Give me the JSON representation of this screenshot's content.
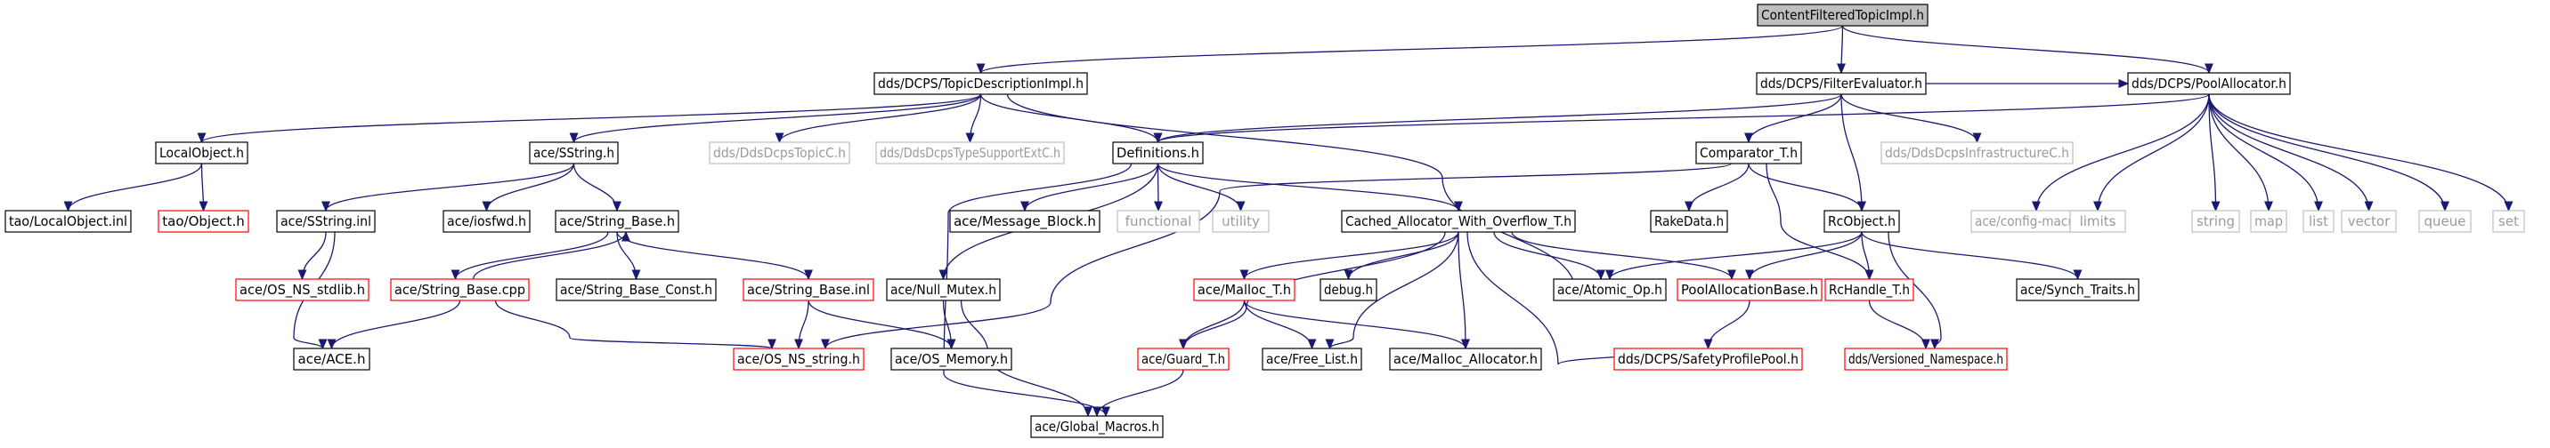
{
  "diagram": {
    "root_label": "ContentFilteredTopicImpl.h",
    "colors": {
      "edge": "#191970",
      "root_fill": "#bfbfbf",
      "normal_border": "#000000",
      "missing_border": "#ff0000",
      "external_border": "#bfbfbf",
      "external_text": "#9a9a9a"
    },
    "nodes": [
      {
        "id": "root",
        "label": "ContentFilteredTopicImpl.h",
        "style": "root"
      },
      {
        "id": "tdi",
        "label": "dds/DCPS/TopicDescriptionImpl.h",
        "style": "normal"
      },
      {
        "id": "fe",
        "label": "dds/DCPS/FilterEvaluator.h",
        "style": "normal"
      },
      {
        "id": "pa",
        "label": "dds/DCPS/PoolAllocator.h",
        "style": "normal"
      },
      {
        "id": "lo",
        "label": "LocalObject.h",
        "style": "normal"
      },
      {
        "id": "sstr",
        "label": "ace/SString.h",
        "style": "normal"
      },
      {
        "id": "ddstc",
        "label": "dds/DdsDcpsTopicC.h",
        "style": "gray"
      },
      {
        "id": "ddstse",
        "label": "dds/DdsDcpsTypeSupportExtC.h",
        "style": "gray"
      },
      {
        "id": "defs",
        "label": "Definitions.h",
        "style": "normal"
      },
      {
        "id": "comp",
        "label": "Comparator_T.h",
        "style": "normal"
      },
      {
        "id": "infra",
        "label": "dds/DdsDcpsInfrastructureC.h",
        "style": "gray"
      },
      {
        "id": "tloinl",
        "label": "tao/LocalObject.inl",
        "style": "normal"
      },
      {
        "id": "tobj",
        "label": "tao/Object.h",
        "style": "red"
      },
      {
        "id": "sstrinl",
        "label": "ace/SString.inl",
        "style": "normal"
      },
      {
        "id": "iosfwd",
        "label": "ace/iosfwd.h",
        "style": "normal"
      },
      {
        "id": "sbase",
        "label": "ace/String_Base.h",
        "style": "normal"
      },
      {
        "id": "msgblk",
        "label": "ace/Message_Block.h",
        "style": "normal"
      },
      {
        "id": "functional",
        "label": "functional",
        "style": "gray"
      },
      {
        "id": "utility",
        "label": "utility",
        "style": "gray"
      },
      {
        "id": "cawo",
        "label": "Cached_Allocator_With_Overflow_T.h",
        "style": "normal"
      },
      {
        "id": "rake",
        "label": "RakeData.h",
        "style": "normal"
      },
      {
        "id": "rcobj",
        "label": "RcObject.h",
        "style": "normal"
      },
      {
        "id": "cfgmac",
        "label": "ace/config-macros.h",
        "style": "gray"
      },
      {
        "id": "limits",
        "label": "limits",
        "style": "gray"
      },
      {
        "id": "string",
        "label": "string",
        "style": "gray"
      },
      {
        "id": "map",
        "label": "map",
        "style": "gray"
      },
      {
        "id": "list",
        "label": "list",
        "style": "gray"
      },
      {
        "id": "vector",
        "label": "vector",
        "style": "gray"
      },
      {
        "id": "queue",
        "label": "queue",
        "style": "gray"
      },
      {
        "id": "set",
        "label": "set",
        "style": "gray"
      },
      {
        "id": "osstd",
        "label": "ace/OS_NS_stdlib.h",
        "style": "red"
      },
      {
        "id": "sbcpp",
        "label": "ace/String_Base.cpp",
        "style": "red"
      },
      {
        "id": "sbconst",
        "label": "ace/String_Base_Const.h",
        "style": "normal"
      },
      {
        "id": "sbinl",
        "label": "ace/String_Base.inl",
        "style": "red"
      },
      {
        "id": "nullmx",
        "label": "ace/Null_Mutex.h",
        "style": "normal"
      },
      {
        "id": "malloct",
        "label": "ace/Malloc_T.h",
        "style": "red"
      },
      {
        "id": "debug",
        "label": "debug.h",
        "style": "normal"
      },
      {
        "id": "atomic",
        "label": "ace/Atomic_Op.h",
        "style": "normal"
      },
      {
        "id": "pab",
        "label": "PoolAllocationBase.h",
        "style": "red"
      },
      {
        "id": "rchandle",
        "label": "RcHandle_T.h",
        "style": "red"
      },
      {
        "id": "synch",
        "label": "ace/Synch_Traits.h",
        "style": "normal"
      },
      {
        "id": "ace",
        "label": "ace/ACE.h",
        "style": "normal"
      },
      {
        "id": "osstring",
        "label": "ace/OS_NS_string.h",
        "style": "red"
      },
      {
        "id": "osmem",
        "label": "ace/OS_Memory.h",
        "style": "normal"
      },
      {
        "id": "guard",
        "label": "ace/Guard_T.h",
        "style": "red"
      },
      {
        "id": "freelist",
        "label": "ace/Free_List.h",
        "style": "normal"
      },
      {
        "id": "malalloc",
        "label": "ace/Malloc_Allocator.h",
        "style": "normal"
      },
      {
        "id": "safety",
        "label": "dds/DCPS/SafetyProfilePool.h",
        "style": "red"
      },
      {
        "id": "vns",
        "label": "dds/Versioned_Namespace.h",
        "style": "red"
      },
      {
        "id": "gmac",
        "label": "ace/Global_Macros.h",
        "style": "normal"
      }
    ],
    "edges": [
      [
        "root",
        "tdi"
      ],
      [
        "root",
        "fe"
      ],
      [
        "root",
        "pa"
      ],
      [
        "tdi",
        "lo"
      ],
      [
        "tdi",
        "sstr"
      ],
      [
        "tdi",
        "ddstc"
      ],
      [
        "tdi",
        "ddstse"
      ],
      [
        "tdi",
        "defs"
      ],
      [
        "tdi",
        "atomic"
      ],
      [
        "fe",
        "defs"
      ],
      [
        "fe",
        "comp"
      ],
      [
        "fe",
        "rcobj"
      ],
      [
        "fe",
        "infra"
      ],
      [
        "fe",
        "pa"
      ],
      [
        "lo",
        "tloinl"
      ],
      [
        "lo",
        "tobj"
      ],
      [
        "sstr",
        "sstrinl"
      ],
      [
        "sstr",
        "iosfwd"
      ],
      [
        "sstr",
        "sbase"
      ],
      [
        "sstrinl",
        "osstd"
      ],
      [
        "sstrinl",
        "ace"
      ],
      [
        "sbase",
        "sbconst"
      ],
      [
        "sbase",
        "sbcpp"
      ],
      [
        "sbase",
        "sbinl"
      ],
      [
        "sbcpp",
        "sbase"
      ],
      [
        "sbcpp",
        "ace"
      ],
      [
        "sbcpp",
        "osstring"
      ],
      [
        "sbinl",
        "osstring"
      ],
      [
        "sbinl",
        "osmem"
      ],
      [
        "defs",
        "msgblk"
      ],
      [
        "defs",
        "functional"
      ],
      [
        "defs",
        "utility"
      ],
      [
        "defs",
        "cawo"
      ],
      [
        "defs",
        "nullmx"
      ],
      [
        "defs",
        "gmac"
      ],
      [
        "comp",
        "osstring"
      ],
      [
        "comp",
        "rake"
      ],
      [
        "comp",
        "rcobj"
      ],
      [
        "comp",
        "rchandle"
      ],
      [
        "cawo",
        "malloct"
      ],
      [
        "cawo",
        "debug"
      ],
      [
        "cawo",
        "atomic"
      ],
      [
        "cawo",
        "pab"
      ],
      [
        "cawo",
        "guard"
      ],
      [
        "cawo",
        "freelist"
      ],
      [
        "cawo",
        "malalloc"
      ],
      [
        "cawo",
        "safety"
      ],
      [
        "nullmx",
        "osmem"
      ],
      [
        "nullmx",
        "gmac"
      ],
      [
        "malloct",
        "guard"
      ],
      [
        "malloct",
        "freelist"
      ],
      [
        "malloct",
        "malalloc"
      ],
      [
        "guard",
        "gmac"
      ],
      [
        "rcobj",
        "atomic"
      ],
      [
        "rcobj",
        "pab"
      ],
      [
        "rcobj",
        "rchandle"
      ],
      [
        "rcobj",
        "synch"
      ],
      [
        "rcobj",
        "vns"
      ],
      [
        "pab",
        "safety"
      ],
      [
        "rchandle",
        "vns"
      ],
      [
        "pa",
        "defs"
      ],
      [
        "pa",
        "cfgmac"
      ],
      [
        "pa",
        "limits"
      ],
      [
        "pa",
        "string"
      ],
      [
        "pa",
        "map"
      ],
      [
        "pa",
        "list"
      ],
      [
        "pa",
        "vector"
      ],
      [
        "pa",
        "queue"
      ],
      [
        "pa",
        "set"
      ]
    ]
  }
}
